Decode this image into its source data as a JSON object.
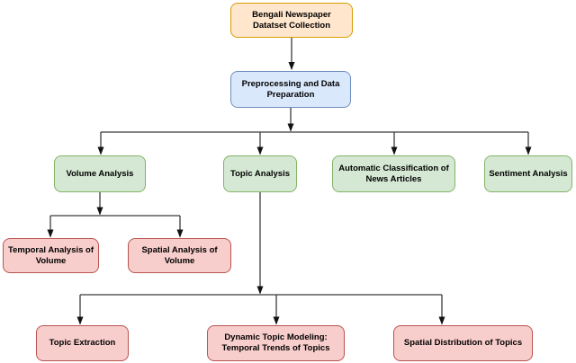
{
  "diagram": {
    "type": "flowchart",
    "nodes": {
      "dataset": {
        "label": "Bengali Newspaper\nDatatset Collection",
        "color": "#ffe6cc"
      },
      "preprocessing": {
        "label": "Preprocessing and Data\nPreparation",
        "color": "#dae8fc"
      },
      "volume_analysis": {
        "label": "Volume Analysis",
        "color": "#d5e8d4"
      },
      "topic_analysis": {
        "label": "Topic Analysis",
        "color": "#d5e8d4"
      },
      "auto_classification": {
        "label": "Automatic Classification of\nNews Articles",
        "color": "#d5e8d4"
      },
      "sentiment_analysis": {
        "label": "Sentiment Analysis",
        "color": "#d5e8d4"
      },
      "temporal_volume": {
        "label": "Temporal Analysis of\nVolume",
        "color": "#f8cecc"
      },
      "spatial_volume": {
        "label": "Spatial Analysis of\nVolume",
        "color": "#f8cecc"
      },
      "topic_extraction": {
        "label": "Topic Extraction",
        "color": "#f8cecc"
      },
      "dynamic_topic_modeling": {
        "label": "Dynamic Topic Modeling:\nTemporal Trends of Topics",
        "color": "#f8cecc"
      },
      "spatial_distribution": {
        "label": "Spatial Distribution of Topics",
        "color": "#f8cecc"
      }
    },
    "edges": [
      {
        "from": "dataset",
        "to": "preprocessing"
      },
      {
        "from": "preprocessing",
        "to": "volume_analysis"
      },
      {
        "from": "preprocessing",
        "to": "topic_analysis"
      },
      {
        "from": "preprocessing",
        "to": "auto_classification"
      },
      {
        "from": "preprocessing",
        "to": "sentiment_analysis"
      },
      {
        "from": "volume_analysis",
        "to": "temporal_volume"
      },
      {
        "from": "volume_analysis",
        "to": "spatial_volume"
      },
      {
        "from": "topic_analysis",
        "to": "topic_extraction"
      },
      {
        "from": "topic_analysis",
        "to": "dynamic_topic_modeling"
      },
      {
        "from": "topic_analysis",
        "to": "spatial_distribution"
      }
    ],
    "colors": {
      "dataset_fill": "#ffe6cc",
      "dataset_border": "#d79b00",
      "process_fill": "#dae8fc",
      "process_border": "#6c8ebf",
      "analysis_fill": "#d5e8d4",
      "analysis_border": "#82b366",
      "leaf_fill": "#f8cecc",
      "leaf_border": "#b85450",
      "connector": "#3b3b3b",
      "text": "#000000"
    }
  }
}
